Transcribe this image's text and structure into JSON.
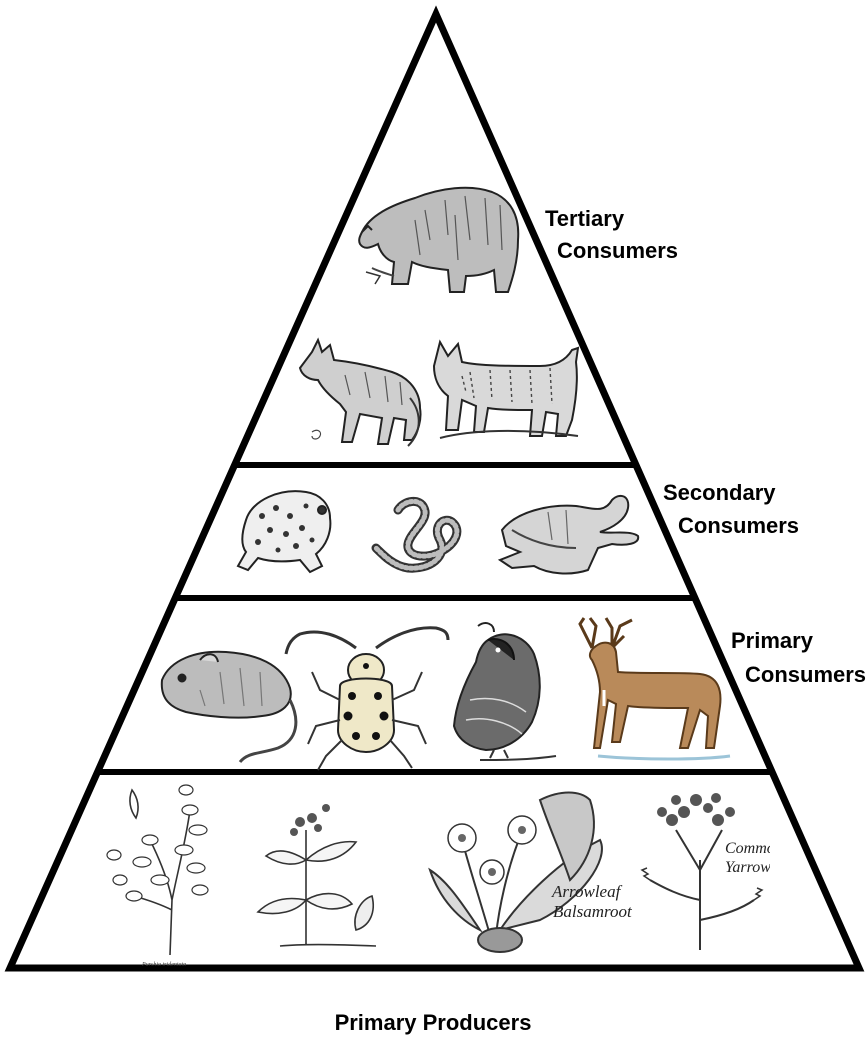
{
  "levels": {
    "tertiary": {
      "line1": "Tertiary",
      "line2": "Consumers"
    },
    "secondary": {
      "line1": "Secondary",
      "line2": "Consumers"
    },
    "primary": {
      "line1": "Primary",
      "line2": "Consumers"
    },
    "producers": {
      "label": "Primary Producers"
    }
  },
  "plant_captions": {
    "balsamroot_line1": "Arrowleaf",
    "balsamroot_line2": "Balsamroot",
    "yarrow_line1": "Common",
    "yarrow_line2": "Yarrow",
    "purshia": "Purshia tridentata"
  },
  "organisms": {
    "tertiary": [
      "bear-icon",
      "coyote-icon",
      "bobcat-icon"
    ],
    "secondary": [
      "toad-icon",
      "snake-icon",
      "bat-icon"
    ],
    "primary": [
      "mouse-icon",
      "beetle-icon",
      "quail-icon",
      "deer-icon"
    ],
    "producers": [
      "bitterbrush-icon",
      "milkweed-icon",
      "balsamroot-icon",
      "yarrow-icon"
    ]
  }
}
